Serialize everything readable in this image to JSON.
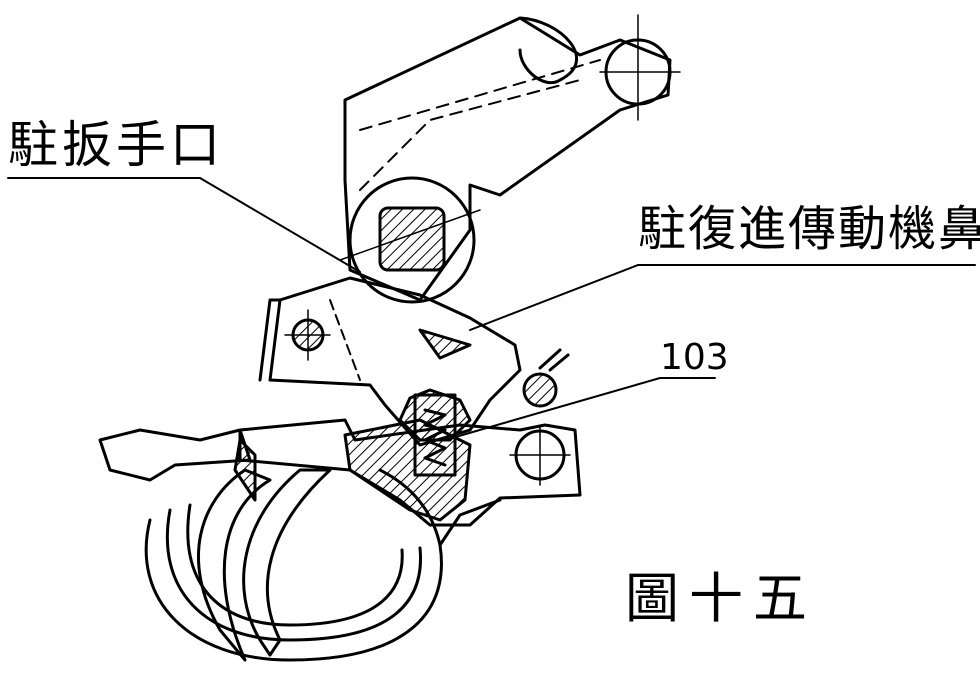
{
  "labels": {
    "sear_notch": "駐扳手口",
    "sear_return_lug": "駐復進傳動機鼻",
    "part_number": "103",
    "figure_caption": "圖十五"
  },
  "colors": {
    "ink": "#000000",
    "paper": "#ffffff"
  }
}
